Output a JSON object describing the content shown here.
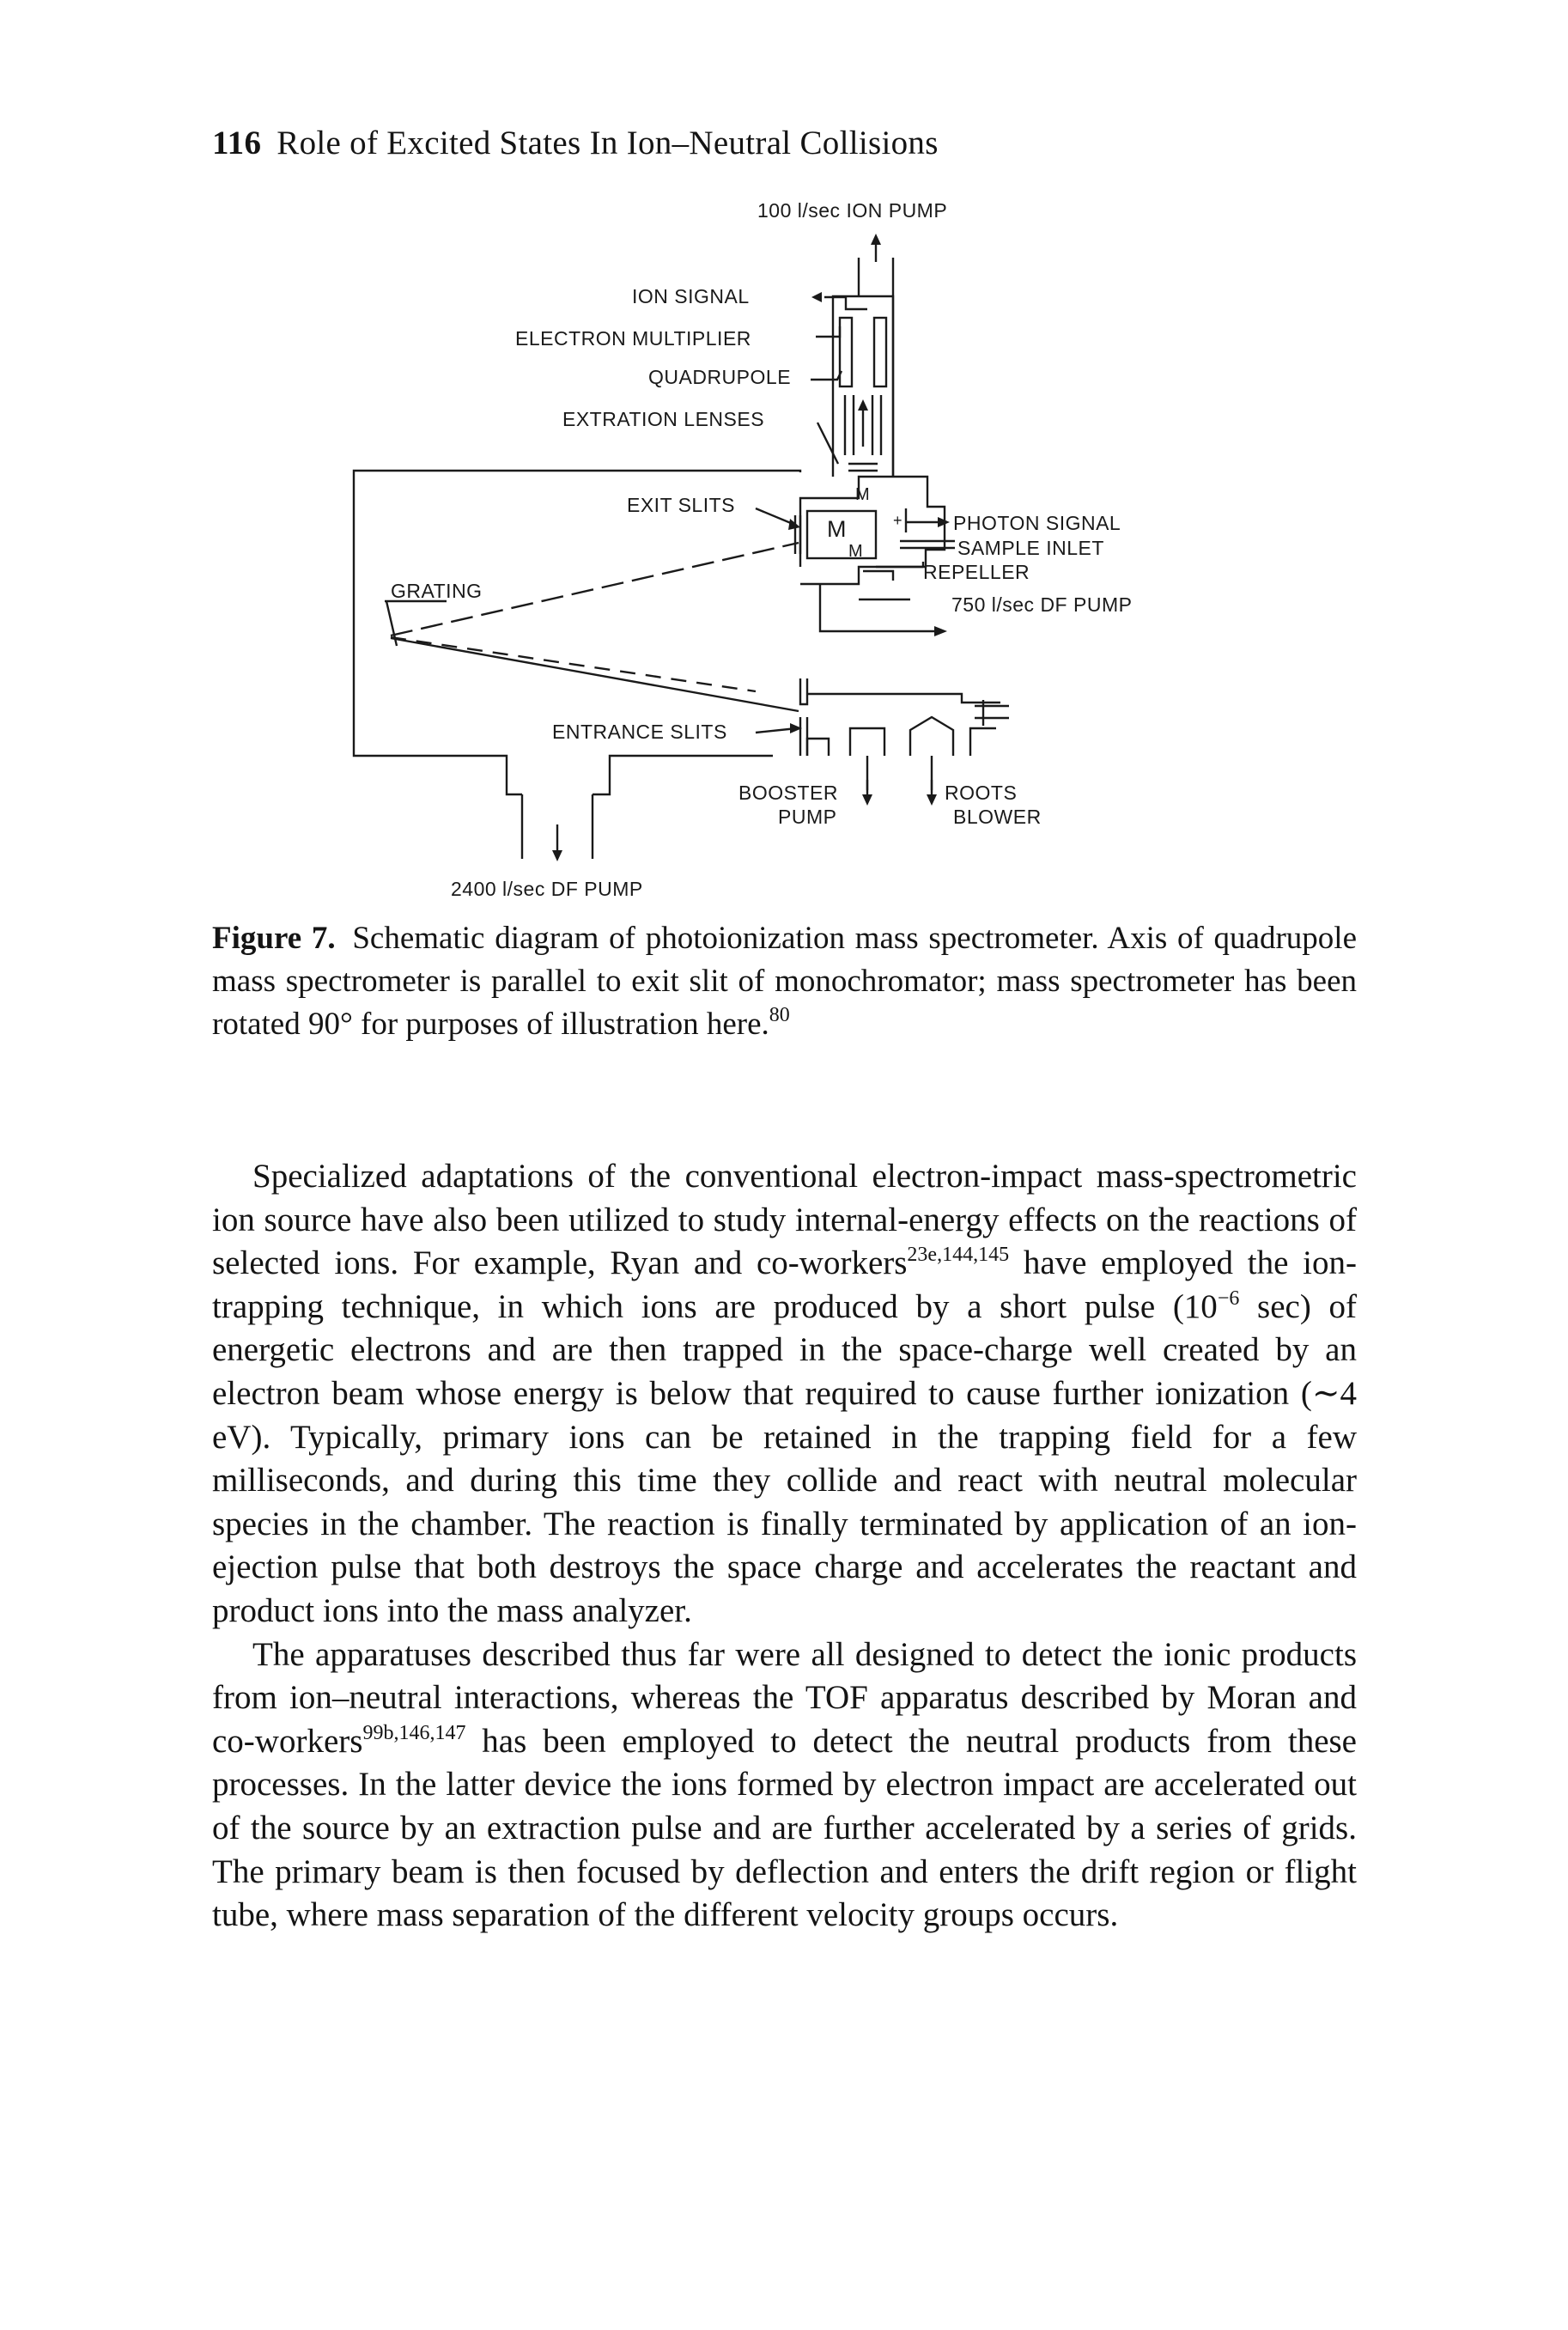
{
  "header": {
    "page_number": "116",
    "running_title": "Role of Excited States In Ion–Neutral Collisions"
  },
  "figure": {
    "labels": {
      "ion_pump_100": "100 l/sec ION PUMP",
      "ion_signal": "ION SIGNAL",
      "electron_multiplier": "ELECTRON MULTIPLIER",
      "quadrupole": "QUADRUPOLE",
      "extraction_lenses": "EXTRATION LENSES",
      "exit_slits": "EXIT SLITS",
      "photon_signal": "PHOTON SIGNAL",
      "sample_inlet": "SAMPLE INLET",
      "repeller": "REPELLER",
      "df_pump_750": "750 l/sec DF PUMP",
      "grating": "GRATING",
      "entrance_slits": "ENTRANCE SLITS",
      "booster_pump_line1": "BOOSTER",
      "booster_pump_line2": "PUMP",
      "roots_blower_line1": "ROOTS",
      "roots_blower_line2": "BLOWER",
      "df_pump_2400": "2400 l/sec DF PUMP",
      "m_chamber": "M",
      "m_superscript": "+",
      "m_small": "M",
      "m_quad": "M"
    }
  },
  "caption": {
    "label": "Figure 7.",
    "text": "Schematic diagram of photoionization mass spectrometer. Axis of quadrupole mass spectrometer is parallel to exit slit of monochromator; mass spectrometer has been rotated 90° for purposes of illustration here.",
    "ref": "80"
  },
  "paragraphs": [
    {
      "t1": "Specialized adaptations of the conventional electron-impact mass-spectrometric ion source have also been utilized to study internal-energy effects on the reactions of selected ions. For example, Ryan and co-workers",
      "s1": "23e,144,145",
      "t2": " have employed the ion-trapping technique, in which ions are produced by a short pulse (10",
      "s2": "−6",
      "t3": " sec) of energetic electrons and are then trapped in the space-charge well created by an electron beam whose energy is below that required to cause further ionization (∼4 eV). Typically, primary ions can be retained in the trapping field for a few milliseconds, and during this time they collide and react with neutral molecular species in the chamber. The reaction is finally terminated by application of an ion-ejection pulse that both destroys the space charge and accelerates the reactant and product ions into the mass analyzer."
    },
    {
      "t1": "The apparatuses described thus far were all designed to detect the ionic products from ion–neutral interactions, whereas the TOF apparatus described by Moran and co-workers",
      "s1": "99b,146,147",
      "t2": " has been employed to detect the neutral products from these processes. In the latter device the ions formed by electron impact are accelerated out of the source by an extraction pulse and are further accelerated by a series of grids. The primary beam is then focused by deflection and enters the drift region or flight tube, where mass separation of the different velocity groups occurs."
    }
  ]
}
